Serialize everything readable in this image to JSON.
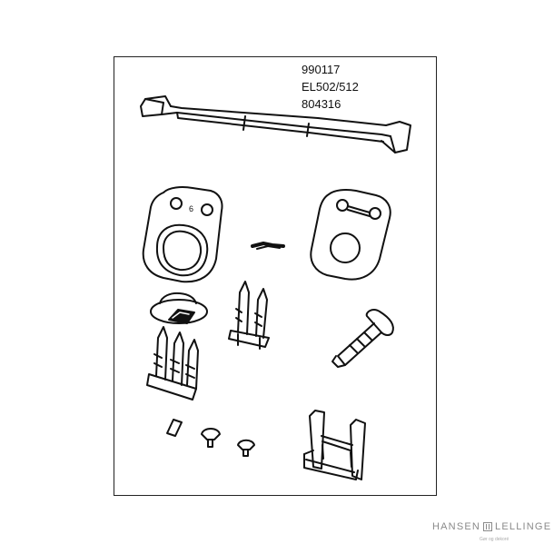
{
  "product_codes": [
    "990117",
    "EL502/512",
    "804316"
  ],
  "brand": {
    "left": "HANSEN",
    "right": "LELLINGE",
    "tagline": "Gør og dekoré"
  },
  "colors": {
    "line": "#111111",
    "frame": "#222222",
    "brand_gray": "#8a8a8a"
  },
  "parts": [
    "connecting-bar",
    "escutcheon-plate-front",
    "escutcheon-plate-back",
    "spring-pin",
    "cylinder-cap",
    "connector-pins-2",
    "connector-pins-3",
    "countersunk-screw",
    "small-pin",
    "small-screw",
    "small-screw",
    "mounting-bracket"
  ]
}
